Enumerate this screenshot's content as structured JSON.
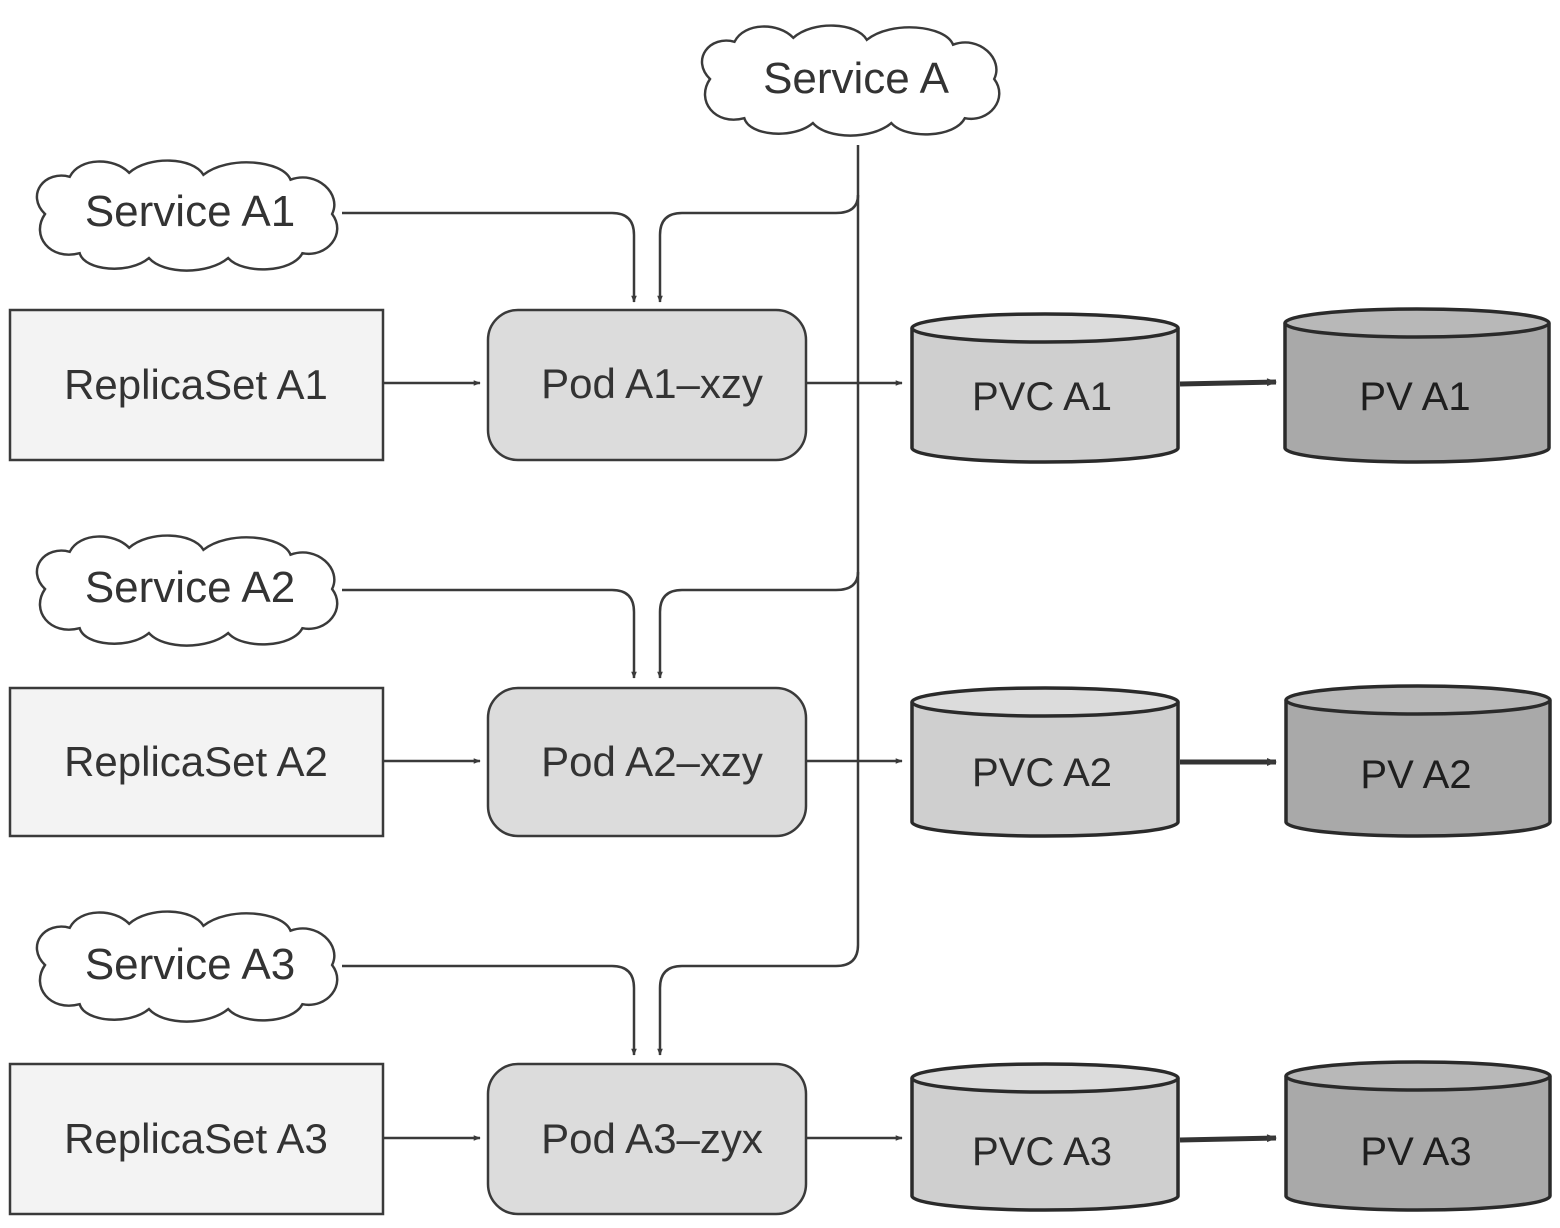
{
  "service_main": {
    "label": "Service A"
  },
  "rows": [
    {
      "service": "Service A1",
      "replicaset": "ReplicaSet A1",
      "pod": "Pod A1–xzy",
      "pvc": "PVC A1",
      "pv": "PV A1"
    },
    {
      "service": "Service A2",
      "replicaset": "ReplicaSet A2",
      "pod": "Pod A2–xzy",
      "pvc": "PVC A2",
      "pv": "PV A2"
    },
    {
      "service": "Service A3",
      "replicaset": "ReplicaSet A3",
      "pod": "Pod A3–zyx",
      "pvc": "PVC A3",
      "pv": "PV A3"
    }
  ]
}
